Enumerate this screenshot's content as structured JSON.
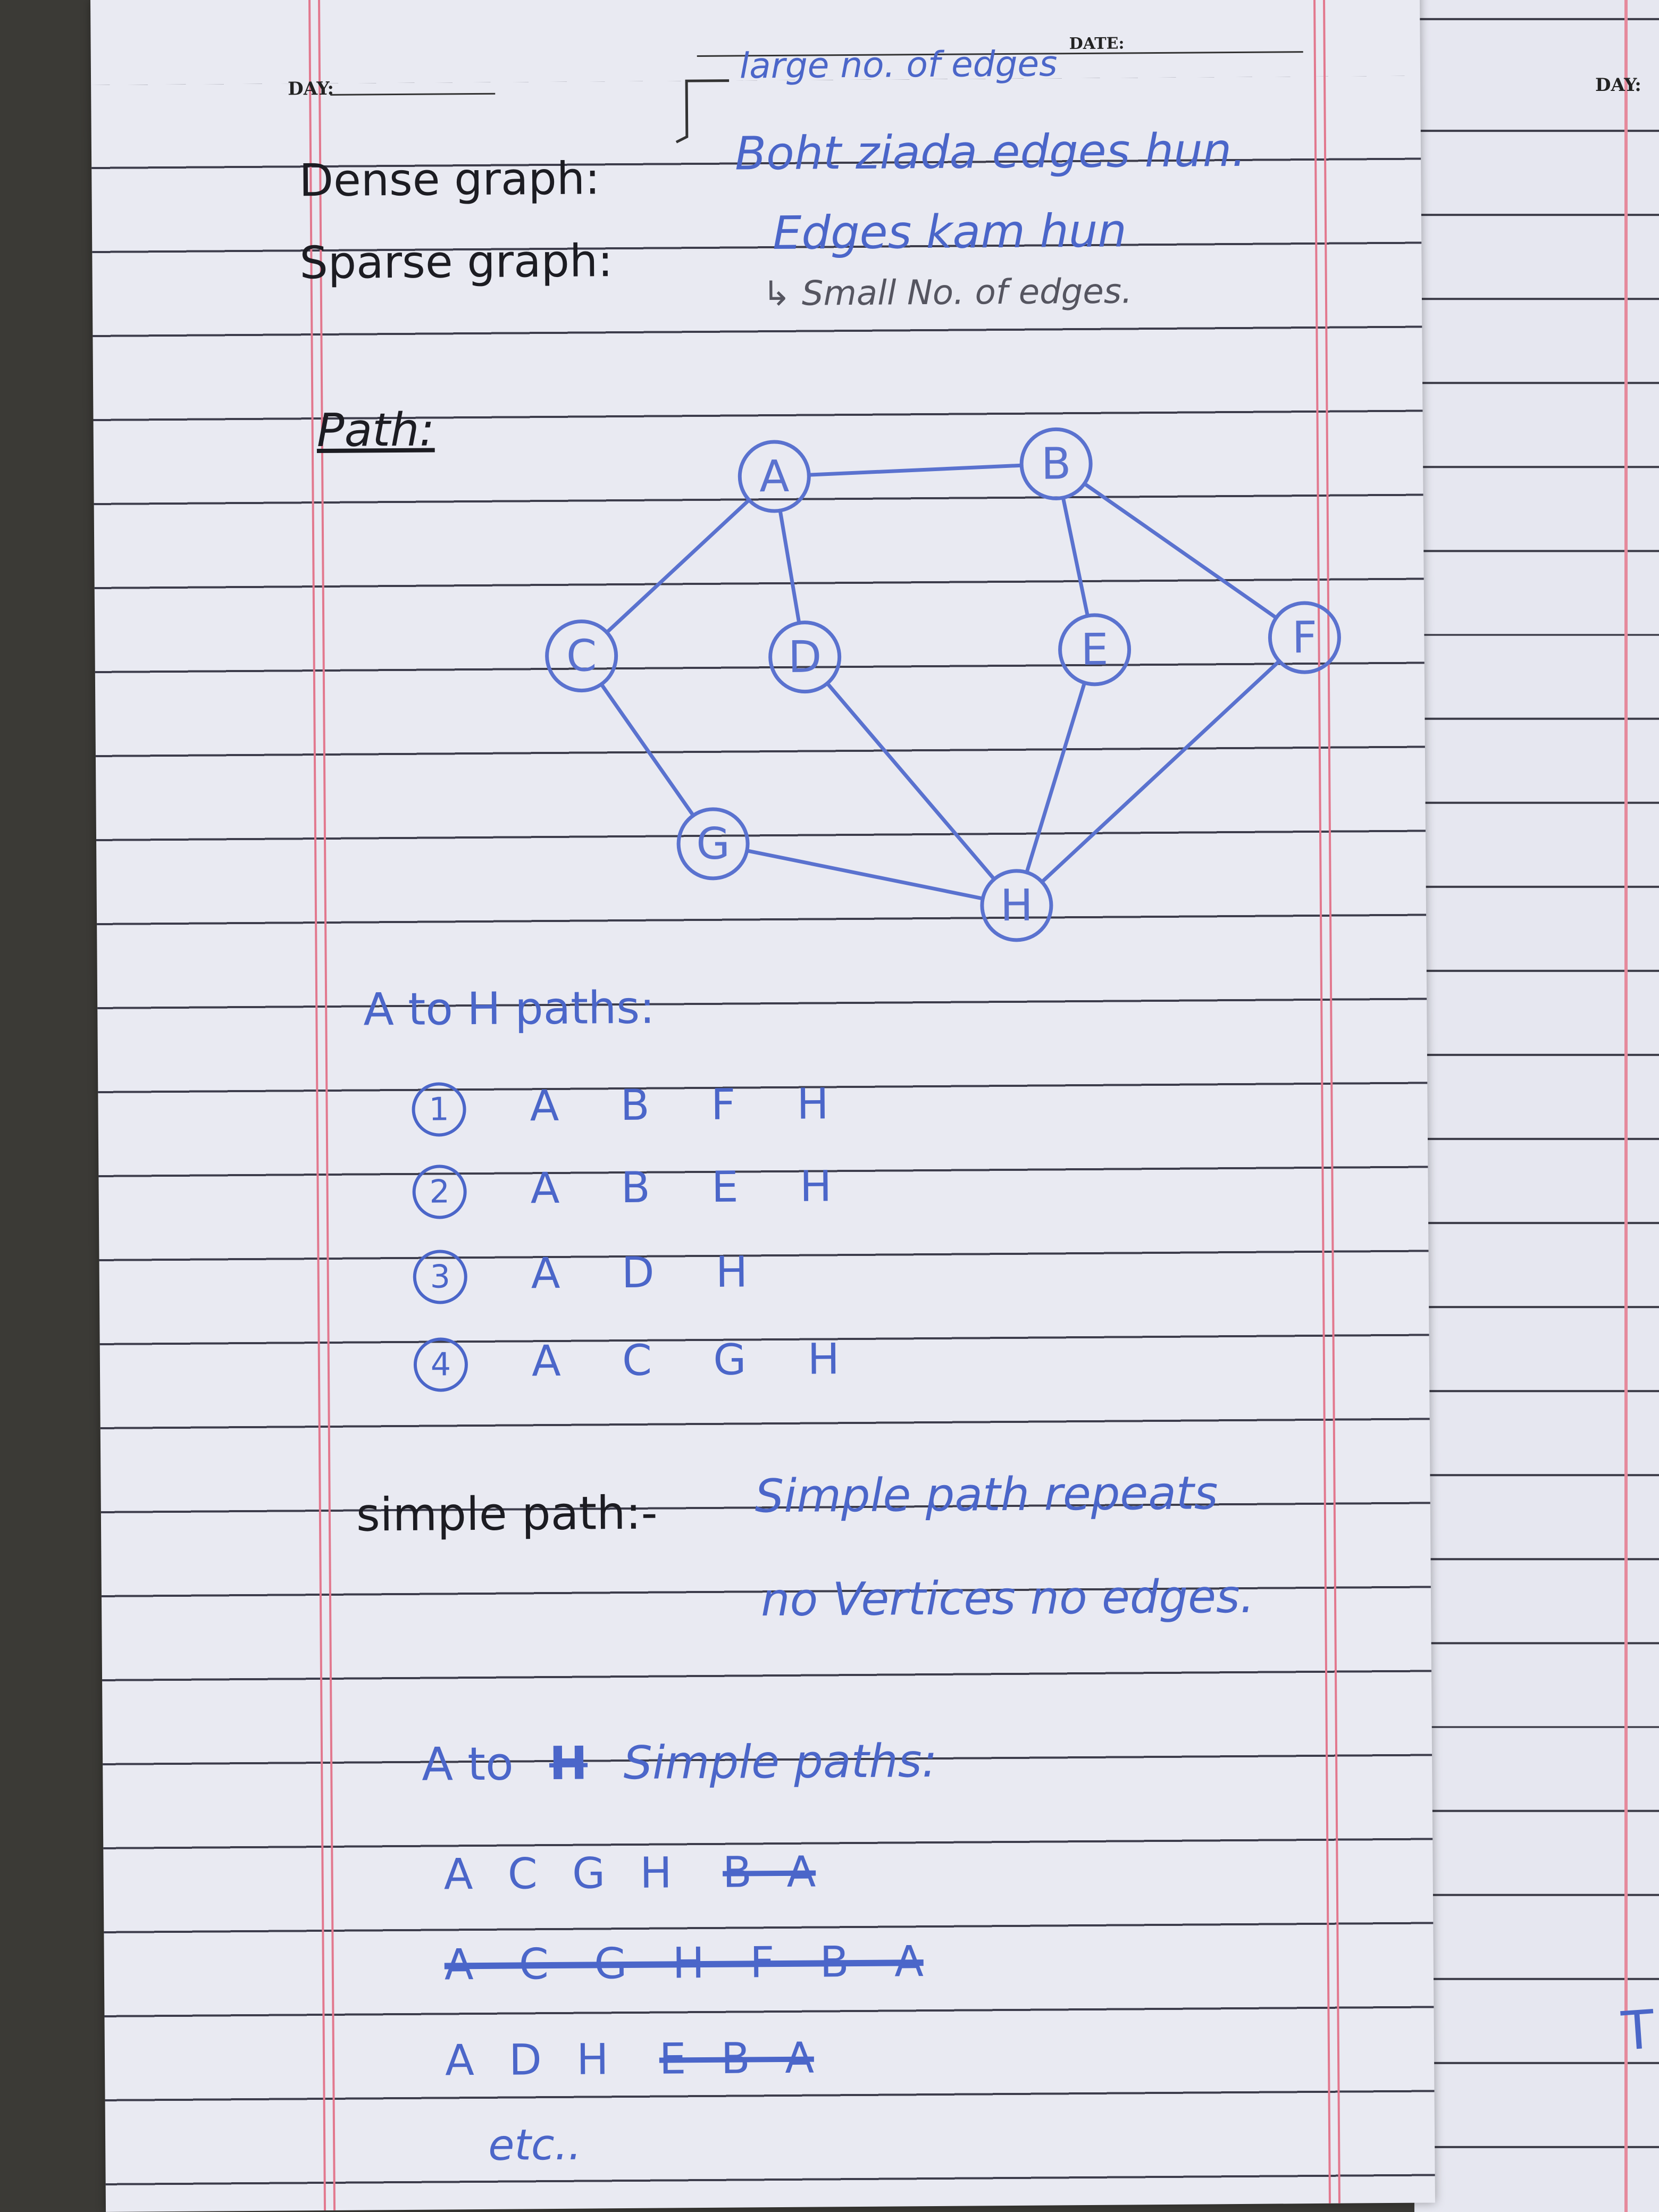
{
  "header": {
    "day_label": "DAY:",
    "date_label": "DATE:"
  },
  "notes": {
    "dense_annotation": "large no. of edges",
    "dense_term": "Dense graph:",
    "dense_def": "Boht ziada edges hun.",
    "sparse_term": "Sparse graph:",
    "sparse_def": "Edges kam hun",
    "sparse_annotation": "↳ Small No. of edges.",
    "path_heading": "Path:"
  },
  "graph": {
    "nodes": [
      {
        "id": "A",
        "label": "A"
      },
      {
        "id": "B",
        "label": "B"
      },
      {
        "id": "C",
        "label": "C"
      },
      {
        "id": "D",
        "label": "D"
      },
      {
        "id": "E",
        "label": "E"
      },
      {
        "id": "F",
        "label": "F"
      },
      {
        "id": "G",
        "label": "G"
      },
      {
        "id": "H",
        "label": "H"
      }
    ],
    "edges": [
      [
        "A",
        "B"
      ],
      [
        "A",
        "C"
      ],
      [
        "A",
        "D"
      ],
      [
        "B",
        "E"
      ],
      [
        "B",
        "F"
      ],
      [
        "C",
        "G"
      ],
      [
        "D",
        "H"
      ],
      [
        "E",
        "H"
      ],
      [
        "F",
        "H"
      ],
      [
        "G",
        "H"
      ]
    ],
    "stroke_color": "#5a72cf"
  },
  "paths": {
    "heading": "A to H paths:",
    "list": [
      {
        "num": "1",
        "seq": "A  B  F  H"
      },
      {
        "num": "2",
        "seq": "A  B  E  H"
      },
      {
        "num": "3",
        "seq": "A  D  H"
      },
      {
        "num": "4",
        "seq": "A  C  G  H"
      }
    ]
  },
  "simple_path": {
    "term": "simple path:-",
    "def_line1": "Simple path repeats",
    "def_line2": "no Vertices no edges."
  },
  "simple_paths": {
    "heading_a": "A to",
    "heading_struck": "H",
    "heading_b": "Simple paths:",
    "row1_kept": "A  C  G  H",
    "row1_struck": "B   A",
    "row2_struck": "A   C   G   H   F   B   A",
    "row3_kept": "A  D  H",
    "row3_struck": "E   B   A",
    "etc": "etc.."
  },
  "right_page": {
    "day_label": "DAY:",
    "partial_char": "T"
  }
}
